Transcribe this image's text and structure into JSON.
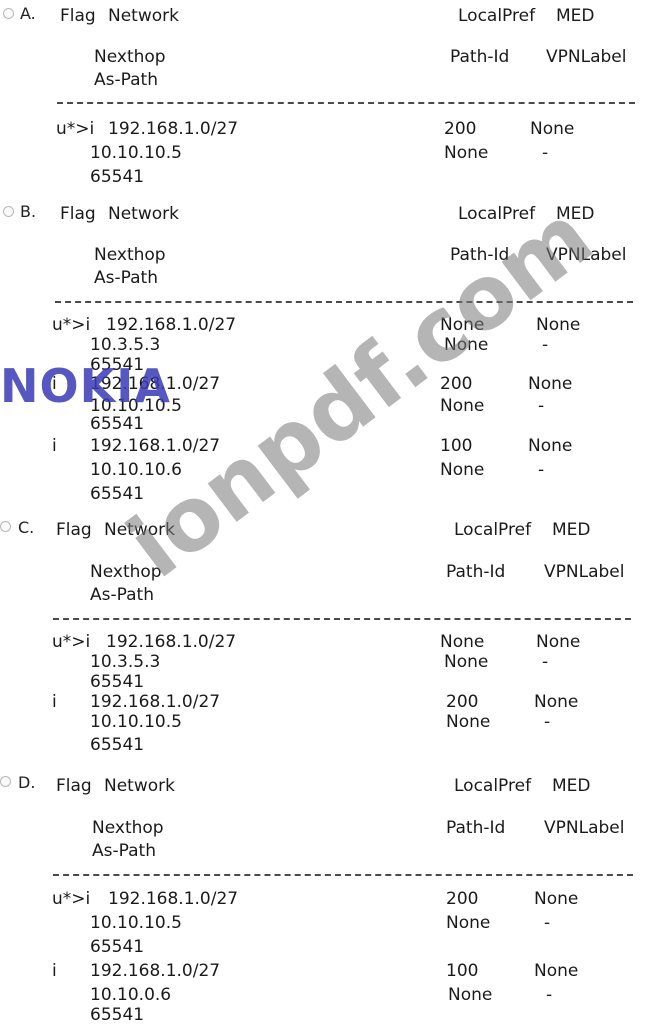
{
  "options": [
    {
      "letter": "A.",
      "header": {
        "flag": "Flag",
        "network": "Network",
        "localpref": "LocalPref",
        "med": "MED",
        "nexthop": "Nexthop",
        "pathid": "Path-Id",
        "vpnlabel": "VPNLabel",
        "aspath": "As-Path"
      },
      "rows": [
        {
          "flag": "u*>i",
          "network": "192.168.1.0/27",
          "localpref": "200",
          "med": "None",
          "nexthop": "10.10.10.5",
          "pathid": "None",
          "vpnlabel": "-",
          "aspath": "65541"
        }
      ]
    },
    {
      "letter": "B.",
      "header": {
        "flag": "Flag",
        "network": "Network",
        "localpref": "LocalPref",
        "med": "MED",
        "nexthop": "Nexthop",
        "pathid": "Path-Id",
        "vpnlabel": "VPNLabel",
        "aspath": "As-Path"
      },
      "rows": [
        {
          "flag": "u*>i",
          "network": "192.168.1.0/27",
          "localpref": "None",
          "med": "None",
          "nexthop": "10.3.5.3",
          "pathid": "None",
          "vpnlabel": "-",
          "aspath": "65541"
        },
        {
          "flag": "i",
          "network": "192.168.1.0/27",
          "localpref": "200",
          "med": "None",
          "nexthop": "10.10.10.5",
          "pathid": "None",
          "vpnlabel": "-",
          "aspath": "65541"
        },
        {
          "flag": "i",
          "network": "192.168.1.0/27",
          "localpref": "100",
          "med": "None",
          "nexthop": "10.10.10.6",
          "pathid": "None",
          "vpnlabel": "-",
          "aspath": "65541"
        }
      ]
    },
    {
      "letter": "C.",
      "header": {
        "flag": "Flag",
        "network": "Network",
        "localpref": "LocalPref",
        "med": "MED",
        "nexthop": "Nexthop",
        "pathid": "Path-Id",
        "vpnlabel": "VPNLabel",
        "aspath": "As-Path"
      },
      "rows": [
        {
          "flag": "u*>i",
          "network": "192.168.1.0/27",
          "localpref": "None",
          "med": "None",
          "nexthop": "10.3.5.3",
          "pathid": "None",
          "vpnlabel": "-",
          "aspath": "65541"
        },
        {
          "flag": "i",
          "network": "192.168.1.0/27",
          "localpref": "200",
          "med": "None",
          "nexthop": "10.10.10.5",
          "pathid": "None",
          "vpnlabel": "-",
          "aspath": "65541"
        }
      ]
    },
    {
      "letter": "D.",
      "header": {
        "flag": "Flag",
        "network": "Network",
        "localpref": "LocalPref",
        "med": "MED",
        "nexthop": "Nexthop",
        "pathid": "Path-Id",
        "vpnlabel": "VPNLabel",
        "aspath": "As-Path"
      },
      "rows": [
        {
          "flag": "u*>i",
          "network": "192.168.1.0/27",
          "localpref": "200",
          "med": "None",
          "nexthop": "10.10.10.5",
          "pathid": "None",
          "vpnlabel": "-",
          "aspath": "65541"
        },
        {
          "flag": "i",
          "network": "192.168.1.0/27",
          "localpref": "100",
          "med": "None",
          "nexthop": "10.10.0.6",
          "pathid": "None",
          "vpnlabel": "-",
          "aspath": "65541"
        }
      ]
    }
  ],
  "watermarks": {
    "logo": "NOKIA",
    "site": "ionpdf.com"
  }
}
